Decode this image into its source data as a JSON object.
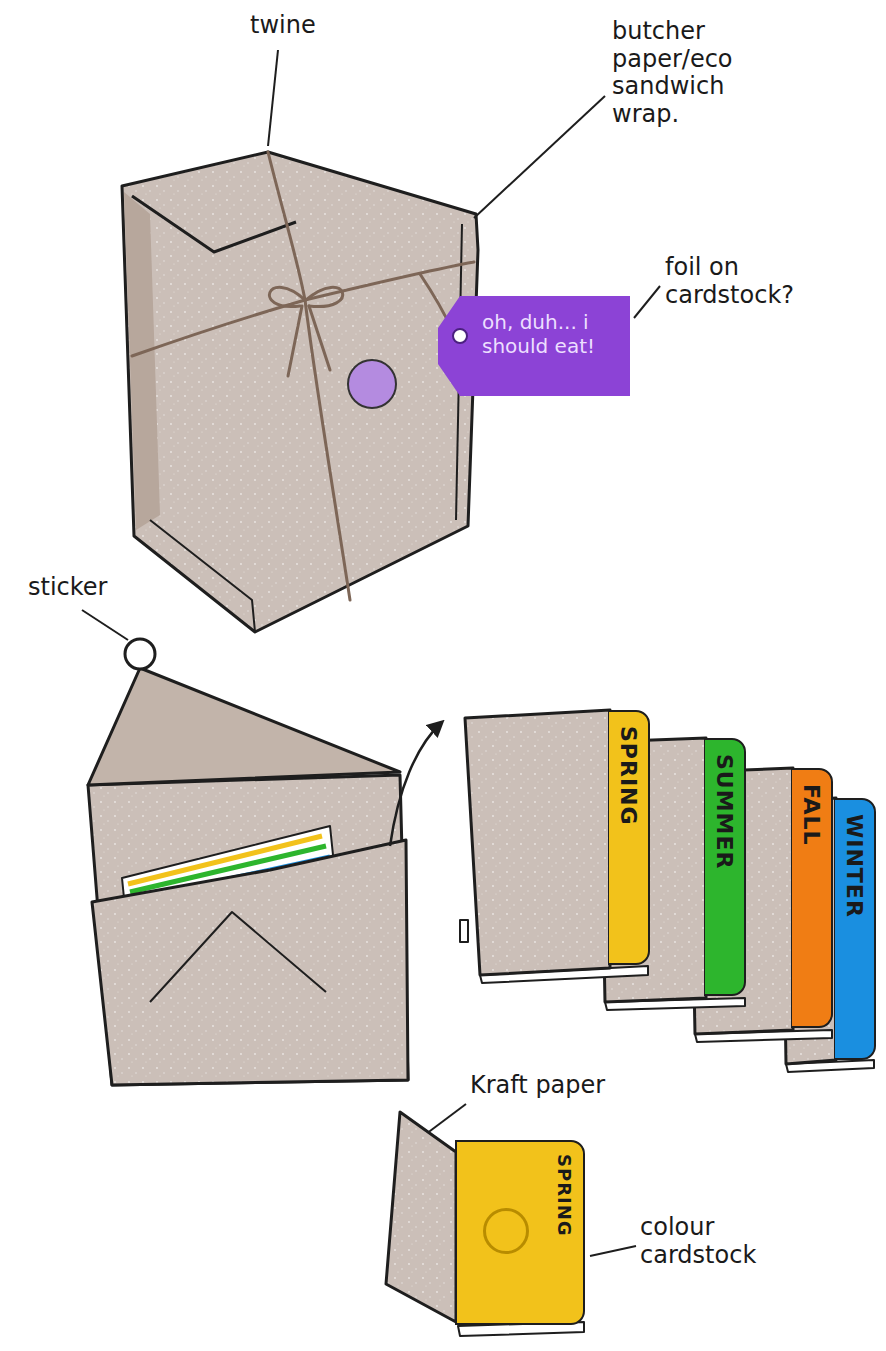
{
  "diagram": {
    "nodes": [
      {
        "text": [
          "oh, duh... i should eat!"
        ]
      },
      {
        "text": [
          "SPRING"
        ]
      },
      {
        "text": [
          "SUMMER"
        ]
      },
      {
        "text": [
          "FALL"
        ]
      },
      {
        "text": [
          "WINTER"
        ]
      },
      {
        "text": [
          "SPRING"
        ]
      }
    ],
    "labels": [
      "twine",
      "butcher paper/eco sandwich wrap.",
      "foil on cardstock?",
      "sticker",
      "Kraft paper",
      "colour cardstock"
    ]
  }
}
